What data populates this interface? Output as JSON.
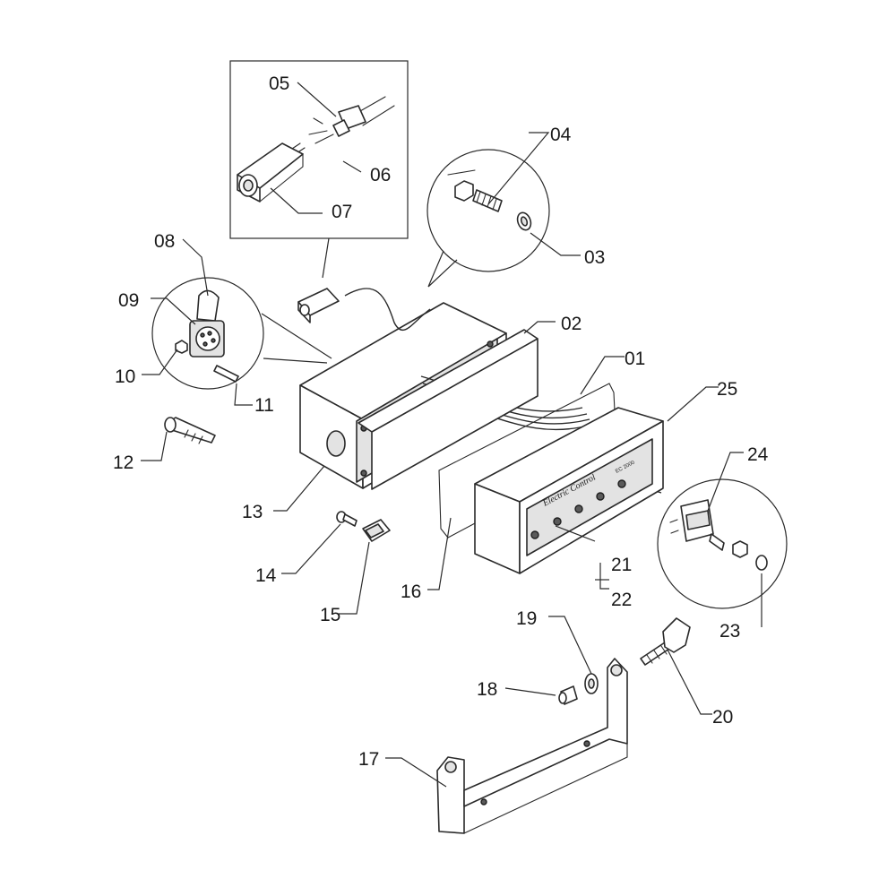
{
  "callouts": [
    {
      "id": "01",
      "label": "01"
    },
    {
      "id": "02",
      "label": "02"
    },
    {
      "id": "03",
      "label": "03"
    },
    {
      "id": "04",
      "label": "04"
    },
    {
      "id": "05",
      "label": "05"
    },
    {
      "id": "06",
      "label": "06"
    },
    {
      "id": "07",
      "label": "07"
    },
    {
      "id": "08",
      "label": "08"
    },
    {
      "id": "09",
      "label": "09"
    },
    {
      "id": "10",
      "label": "10"
    },
    {
      "id": "11",
      "label": "11"
    },
    {
      "id": "12",
      "label": "12"
    },
    {
      "id": "13",
      "label": "13"
    },
    {
      "id": "14",
      "label": "14"
    },
    {
      "id": "15",
      "label": "15"
    },
    {
      "id": "16",
      "label": "16"
    },
    {
      "id": "17",
      "label": "17"
    },
    {
      "id": "18",
      "label": "18"
    },
    {
      "id": "19",
      "label": "19"
    },
    {
      "id": "20",
      "label": "20"
    },
    {
      "id": "21",
      "label": "21"
    },
    {
      "id": "22",
      "label": "22"
    },
    {
      "id": "23",
      "label": "23"
    },
    {
      "id": "24",
      "label": "24"
    },
    {
      "id": "25",
      "label": "25"
    }
  ],
  "panel": {
    "brand_text": "Electric Control",
    "model_text": "EC 2000"
  },
  "colors": {
    "line": "#2a2a2a",
    "fill": "#ffffff",
    "shade": "#e3e3e3"
  }
}
